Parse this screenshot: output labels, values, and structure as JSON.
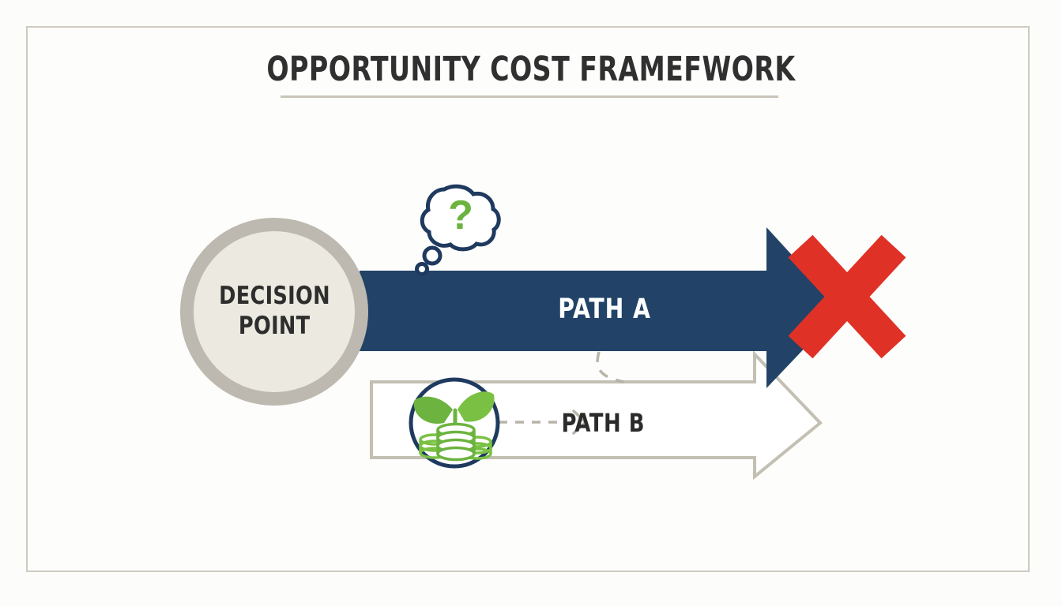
{
  "page": {
    "title": "OPPORTUNITY COST FRAMEFWORK",
    "background_color": "#fcfcfa",
    "frame_border_color": "#cfcac0"
  },
  "diagram": {
    "type": "opportunity-cost-framework",
    "decision_node": {
      "line1": "DECISION",
      "line2": "POINT",
      "fill_color": "#ece9e0",
      "ring_color": "#bdb9b0"
    },
    "paths": [
      {
        "id": "path-a",
        "label": "PATH A",
        "style": "solid-filled-arrow",
        "fill_color": "#224367",
        "text_color": "#ffffff",
        "status": "rejected",
        "marker": "red-x"
      },
      {
        "id": "path-b",
        "label": "PATH B",
        "style": "outlined-arrow",
        "fill_color": "#ffffff",
        "stroke_color": "#c3bfb3",
        "text_color": "#2b2b2b",
        "status": "chosen",
        "marker": "growth-icon"
      }
    ],
    "icons": {
      "thought_bubble": {
        "name": "thought-bubble-question-icon",
        "glyph": "?",
        "outline_color": "#1f3a5f",
        "glyph_color": "#6cb33f"
      },
      "growth": {
        "name": "plant-coins-growth-icon",
        "outline_color": "#1f3a5f",
        "plant_color": "#6cb33f",
        "coin_color": "#7ac143"
      },
      "rejection": {
        "name": "red-x-icon",
        "color": "#e03127"
      }
    },
    "connectors": [
      {
        "name": "path-a-to-path-b-curve",
        "style": "dashed",
        "color": "#b8b4a9"
      },
      {
        "name": "growth-icon-to-path-b",
        "style": "dashed-arrow",
        "color": "#b8b4a9"
      }
    ]
  }
}
